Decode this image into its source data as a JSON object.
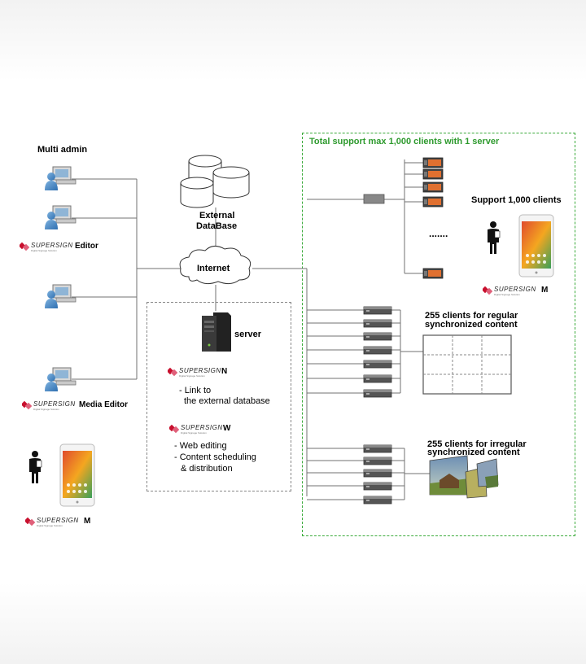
{
  "labels": {
    "multi_admin": "Multi admin",
    "total_support": "Total support max 1,000 clients with 1 server",
    "support_clients": "Support 1,000 clients",
    "external_db_1": "External",
    "external_db_2": "DataBase",
    "internet": "Internet",
    "server": "server",
    "link_1": "- Link to",
    "link_2": "the external database",
    "web_editing": "- Web editing",
    "content_sched_1": "- Content scheduling",
    "content_sched_2": "& distribution",
    "regular_1": "255 clients for regular",
    "regular_2": "synchronized content",
    "irregular_1": "255 clients for irregular",
    "irregular_2": "synchronized content",
    "ellipsis": "......."
  },
  "logos": {
    "word": "SUPERSIGN",
    "tagline": "Digital Signage Solution",
    "editor_suffix": "Editor",
    "media_editor_suffix": "Media Editor",
    "mobile_suffix": "M",
    "server_n_suffix": "N",
    "server_w_suffix": "W"
  },
  "colors": {
    "green_border": "#3aaa3a",
    "green_text": "#2e9a2e",
    "logo_mark": "#c8102e",
    "line": "#707070"
  },
  "icons": [
    "admin-pc-icon",
    "database-icon",
    "cloud-icon",
    "server-tower-icon",
    "network-switch-icon",
    "signage-player-icon",
    "person-icon",
    "smartphone-icon",
    "video-wall-icon",
    "display-collage-icon"
  ]
}
